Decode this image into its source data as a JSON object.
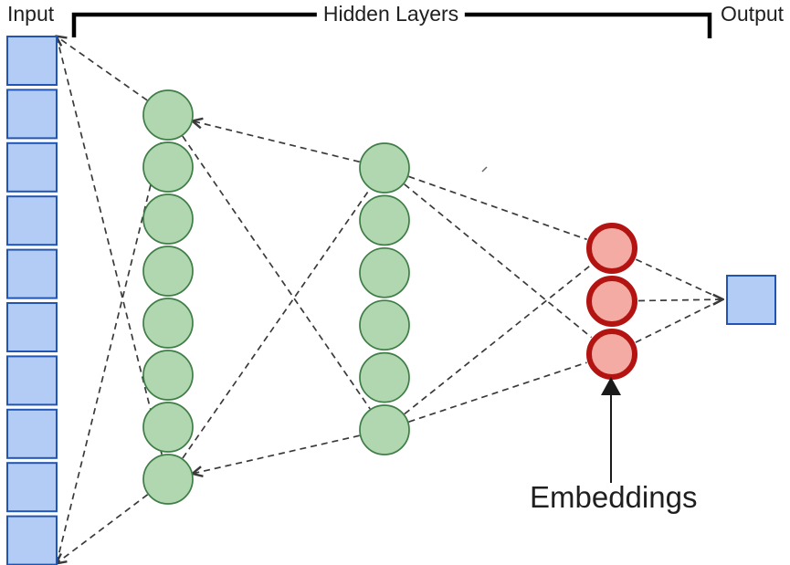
{
  "labels": {
    "input": "Input",
    "hidden_layers": "Hidden Layers",
    "output": "Output",
    "embeddings": "Embeddings"
  },
  "colors": {
    "background": "#ffffff",
    "input_fill": "#b3ccf5",
    "input_stroke": "#2155b4",
    "hidden_fill": "#b0d7b0",
    "hidden_stroke": "#3f7d46",
    "embedding_fill": "#f3aba4",
    "embedding_stroke": "#b31412",
    "connection": "#3a3a3a",
    "bracket": "#000000",
    "annotation_arrow": "#1a1a1a",
    "text": "#1f1f1f"
  },
  "network": {
    "input_layer": {
      "shape": "square",
      "count": 10
    },
    "hidden_layer_1": {
      "shape": "circle",
      "count": 8
    },
    "hidden_layer_2": {
      "shape": "circle",
      "count": 6
    },
    "embedding_layer": {
      "shape": "circle",
      "count": 3
    },
    "output_layer": {
      "shape": "square",
      "count": 1
    },
    "connections": [
      {
        "from": "input-top",
        "to": "h1-top",
        "arrow": "from"
      },
      {
        "from": "input-top",
        "to": "h1-bottom",
        "arrow": null
      },
      {
        "from": "input-bottom",
        "to": "h1-top",
        "arrow": null
      },
      {
        "from": "input-bottom",
        "to": "h1-bottom",
        "arrow": "from"
      },
      {
        "from": "h1-top",
        "to": "h2-top",
        "arrow": "from"
      },
      {
        "from": "h1-top",
        "to": "h2-bottom",
        "arrow": null
      },
      {
        "from": "h1-bottom",
        "to": "h2-top",
        "arrow": null
      },
      {
        "from": "h1-bottom",
        "to": "h2-bottom",
        "arrow": "from"
      },
      {
        "from": "h2-top",
        "to": "emb-top",
        "arrow": null
      },
      {
        "from": "h2-top",
        "to": "emb-bottom",
        "arrow": null
      },
      {
        "from": "h2-bottom",
        "to": "emb-top",
        "arrow": null
      },
      {
        "from": "h2-bottom",
        "to": "emb-bottom",
        "arrow": null
      },
      {
        "from": "emb-top",
        "to": "output-left",
        "arrow": null
      },
      {
        "from": "emb-middle",
        "to": "output-left",
        "arrow": "to"
      },
      {
        "from": "emb-bottom",
        "to": "output-left",
        "arrow": null
      }
    ]
  }
}
